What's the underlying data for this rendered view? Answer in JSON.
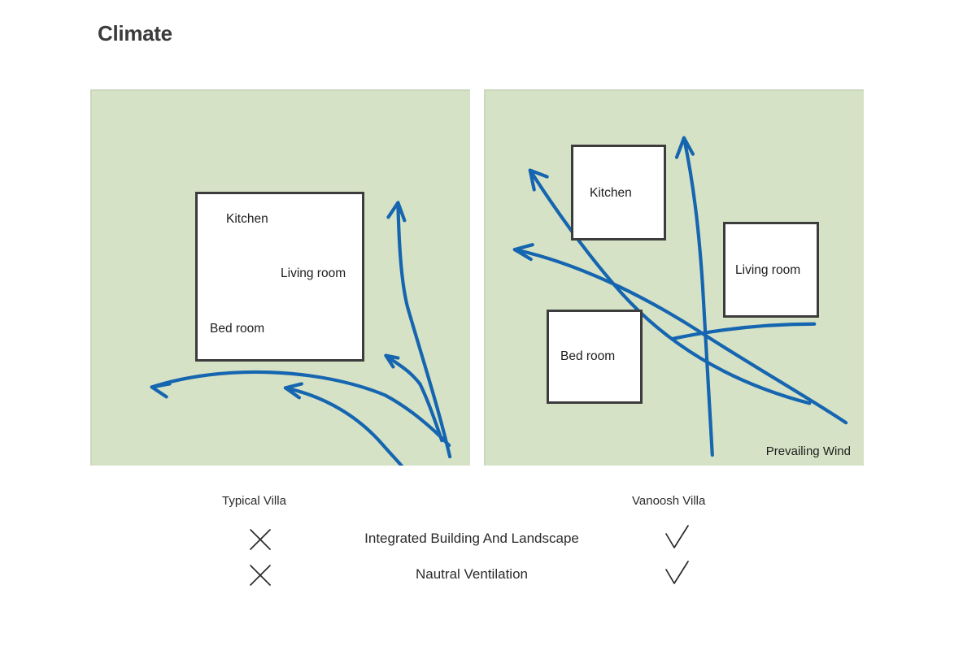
{
  "header": {
    "title": "Climate"
  },
  "colors": {
    "panel_background": "#d6e2c5",
    "building_fill": "#ffffff",
    "building_stroke": "#3c3c3c",
    "wind_arrow": "#1565b0",
    "text": "#1d1d1f",
    "title_text": "#3b3b3d",
    "page_background": "#ffffff"
  },
  "panels": [
    {
      "id": "typical-villa",
      "caption": "Typical Villa",
      "wind_label": "",
      "rooms": [
        {
          "name": "Kitchen",
          "label": "Kitchen"
        },
        {
          "name": "Living room",
          "label": "Living room"
        },
        {
          "name": "Bed room",
          "label": "Bed room"
        }
      ],
      "building_count": 1,
      "description": "Single compact villa block; prevailing wind is deflected around and over the mass"
    },
    {
      "id": "vanoosh-villa",
      "caption": "Vanoosh Villa",
      "wind_label": "Prevailing Wind",
      "rooms": [
        {
          "name": "Kitchen",
          "label": "Kitchen"
        },
        {
          "name": "Living room",
          "label": "Living room"
        },
        {
          "name": "Bed room",
          "label": "Bed room"
        }
      ],
      "building_count": 3,
      "description": "Three dispersed pavilions; prevailing wind channels between the volumes"
    }
  ],
  "comparison": {
    "column_headers": [
      "Typical Villa",
      "Vanoosh Villa"
    ],
    "rows": [
      {
        "criterion": "Integrated Building And Landscape",
        "typical": "cross",
        "vanoosh": "check"
      },
      {
        "criterion": "Nautral Ventilation",
        "typical": "cross",
        "vanoosh": "check"
      }
    ],
    "marks": {
      "cross": "cross-icon",
      "check": "check-icon"
    }
  }
}
